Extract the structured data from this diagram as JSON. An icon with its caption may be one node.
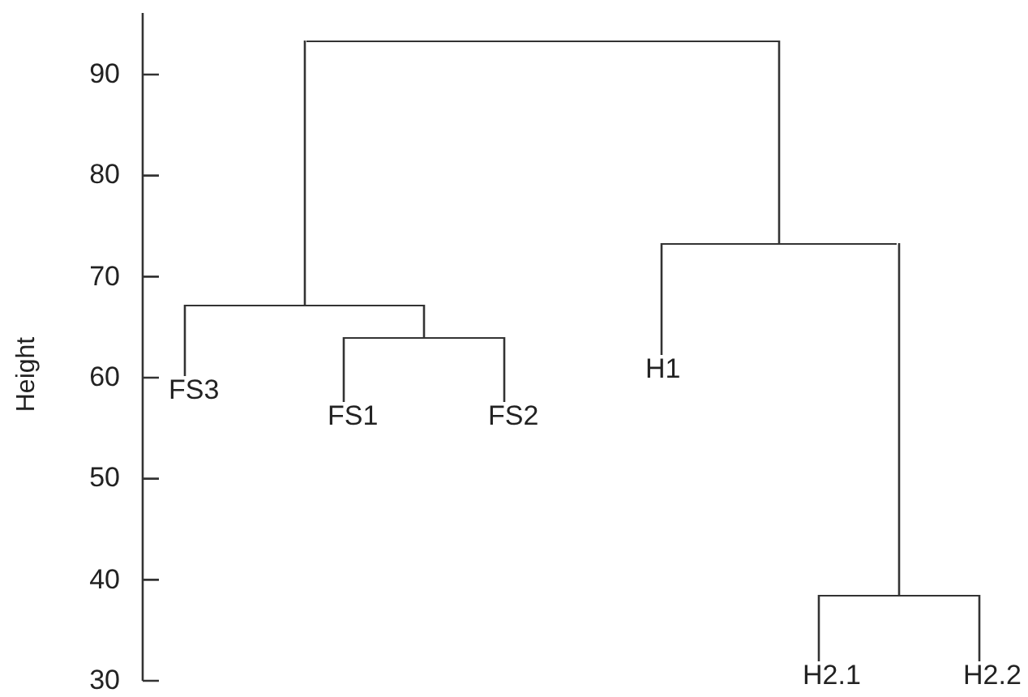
{
  "diagram": {
    "nodes": [
      {
        "text": [],
        "shape": "bar"
      },
      {
        "text": [],
        "shape": "bar"
      },
      {
        "text": [],
        "shape": "bar"
      },
      {
        "text": [],
        "shape": "bar"
      },
      {
        "text": [],
        "shape": "bar"
      },
      {
        "text": [
          "FS3"
        ]
      },
      {
        "text": [
          "FS1"
        ]
      },
      {
        "text": [
          "FS2"
        ]
      },
      {
        "text": [
          "H1"
        ]
      },
      {
        "text": [
          "H2.1"
        ]
      },
      {
        "text": [
          "H2.2"
        ]
      }
    ],
    "edges": [
      {
        "from": 0,
        "to": 1,
        "arrow": "none"
      },
      {
        "from": 0,
        "to": 3,
        "arrow": "none"
      },
      {
        "from": 1,
        "to": 5,
        "arrow": "none"
      },
      {
        "from": 1,
        "to": 2,
        "arrow": "none"
      },
      {
        "from": 2,
        "to": 6,
        "arrow": "none"
      },
      {
        "from": 2,
        "to": 7,
        "arrow": "none"
      },
      {
        "from": 3,
        "to": 8,
        "arrow": "none"
      },
      {
        "from": 3,
        "to": 4,
        "arrow": "none"
      },
      {
        "from": 4,
        "to": 9,
        "arrow": "none"
      },
      {
        "from": 4,
        "to": 10,
        "arrow": "none"
      }
    ],
    "labels": [
      "90",
      "80",
      "70",
      "60",
      "50",
      "40",
      "30",
      "Height"
    ]
  }
}
